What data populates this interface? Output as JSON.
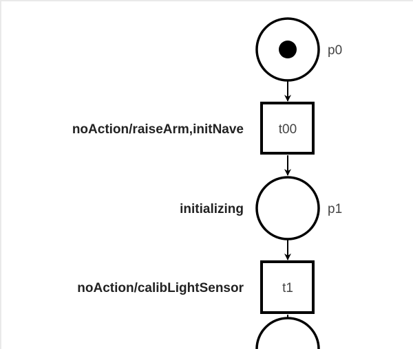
{
  "diagram": {
    "type": "petri-net",
    "places": [
      {
        "id": "p0",
        "name": "p0",
        "label": "",
        "tokens": 1
      },
      {
        "id": "p1",
        "name": "p1",
        "label": "initializing",
        "tokens": 0
      },
      {
        "id": "p2",
        "name": "",
        "label": "",
        "tokens": 0
      }
    ],
    "transitions": [
      {
        "id": "t00",
        "name": "t00",
        "label": "noAction/raiseArm,initNave"
      },
      {
        "id": "t1",
        "name": "t1",
        "label": "noAction/calibLightSensor"
      }
    ],
    "arcs": [
      {
        "from": "p0",
        "to": "t00"
      },
      {
        "from": "t00",
        "to": "p1"
      },
      {
        "from": "p1",
        "to": "t1"
      },
      {
        "from": "t1",
        "to": "p2"
      }
    ],
    "colors": {
      "stroke": "#000000",
      "background": "#ffffff",
      "border": "#e9e9e9"
    }
  }
}
